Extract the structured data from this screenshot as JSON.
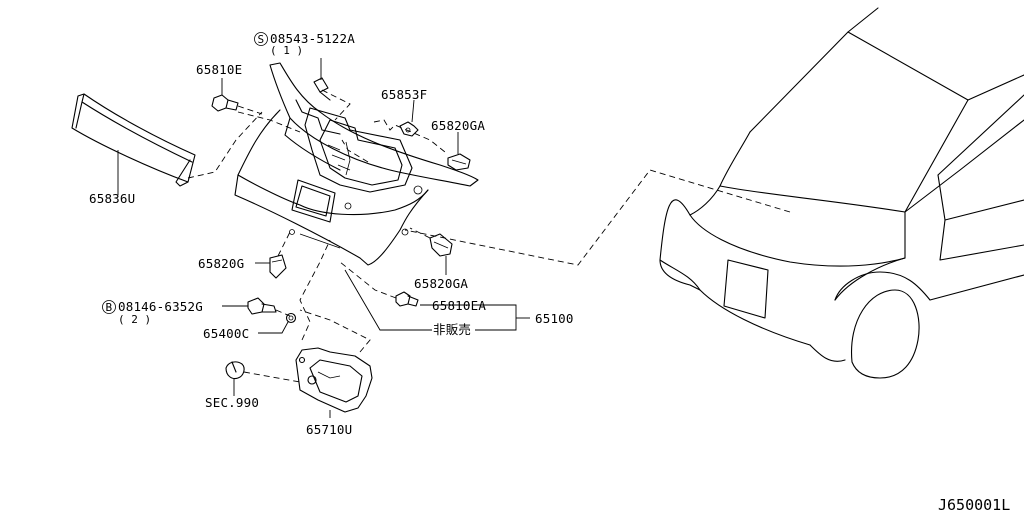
{
  "diagram": {
    "labels": {
      "p08543": "08543-5122A",
      "p08543_qty": "( 1 )",
      "p65810E": "65810E",
      "p65853F": "65853F",
      "p65820GA_top": "65820GA",
      "p65836U": "65836U",
      "p65820G": "65820G",
      "p65820GA_bottom": "65820GA",
      "p08146": "08146-6352G",
      "p08146_qty": "( 2 )",
      "p65810EA": "65810EA",
      "p65100": "65100",
      "not_for_sale": "非販売",
      "p65400C": "65400C",
      "sec990": "SEC.990",
      "p65710U": "65710U",
      "circle_s": "S",
      "circle_b": "B"
    },
    "diagram_code": "J650001L"
  }
}
